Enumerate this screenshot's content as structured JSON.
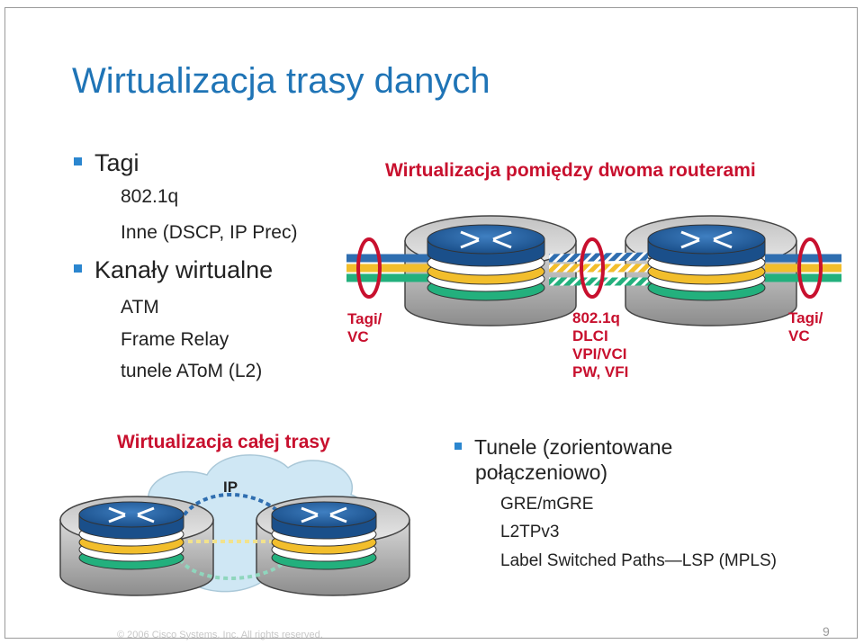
{
  "title": "Wirtualizacja trasy danych",
  "left_list": {
    "tags": {
      "label": "Tagi",
      "items": [
        "802.1q",
        "Inne (DSCP, IP Prec)"
      ]
    },
    "channels": {
      "label": "Kanały wirtualne",
      "items": [
        "ATM",
        "Frame Relay",
        "tunele AToM (L2)"
      ]
    }
  },
  "top_diagram": {
    "heading": "Wirtualizacja pomiędzy dwoma routerami",
    "left_label": [
      "Tagi/",
      "VC"
    ],
    "middle_label": [
      "802.1q",
      "DLCI",
      "VPI/VCI",
      "PW, VFI"
    ],
    "right_label": [
      "Tagi/",
      "VC"
    ]
  },
  "bottom_diagram": {
    "heading": "Wirtualizacja całej trasy",
    "cloud_label": "IP"
  },
  "tunnels": {
    "heading_line1": "Tunele (zorientowane",
    "heading_line2": "połączeniowo)",
    "items": [
      "GRE/mGRE",
      "L2TPv3",
      "Label Switched Paths—LSP (MPLS)"
    ]
  },
  "footer": {
    "copyright": "© 2006 Cisco Systems, Inc. All rights reserved.",
    "page": "9"
  },
  "colors": {
    "title": "#1f74b6",
    "accent_red": "#c8102e",
    "lane_blue": "#2f6eb0",
    "lane_yellow": "#f2be2c",
    "lane_green": "#23b07d"
  }
}
